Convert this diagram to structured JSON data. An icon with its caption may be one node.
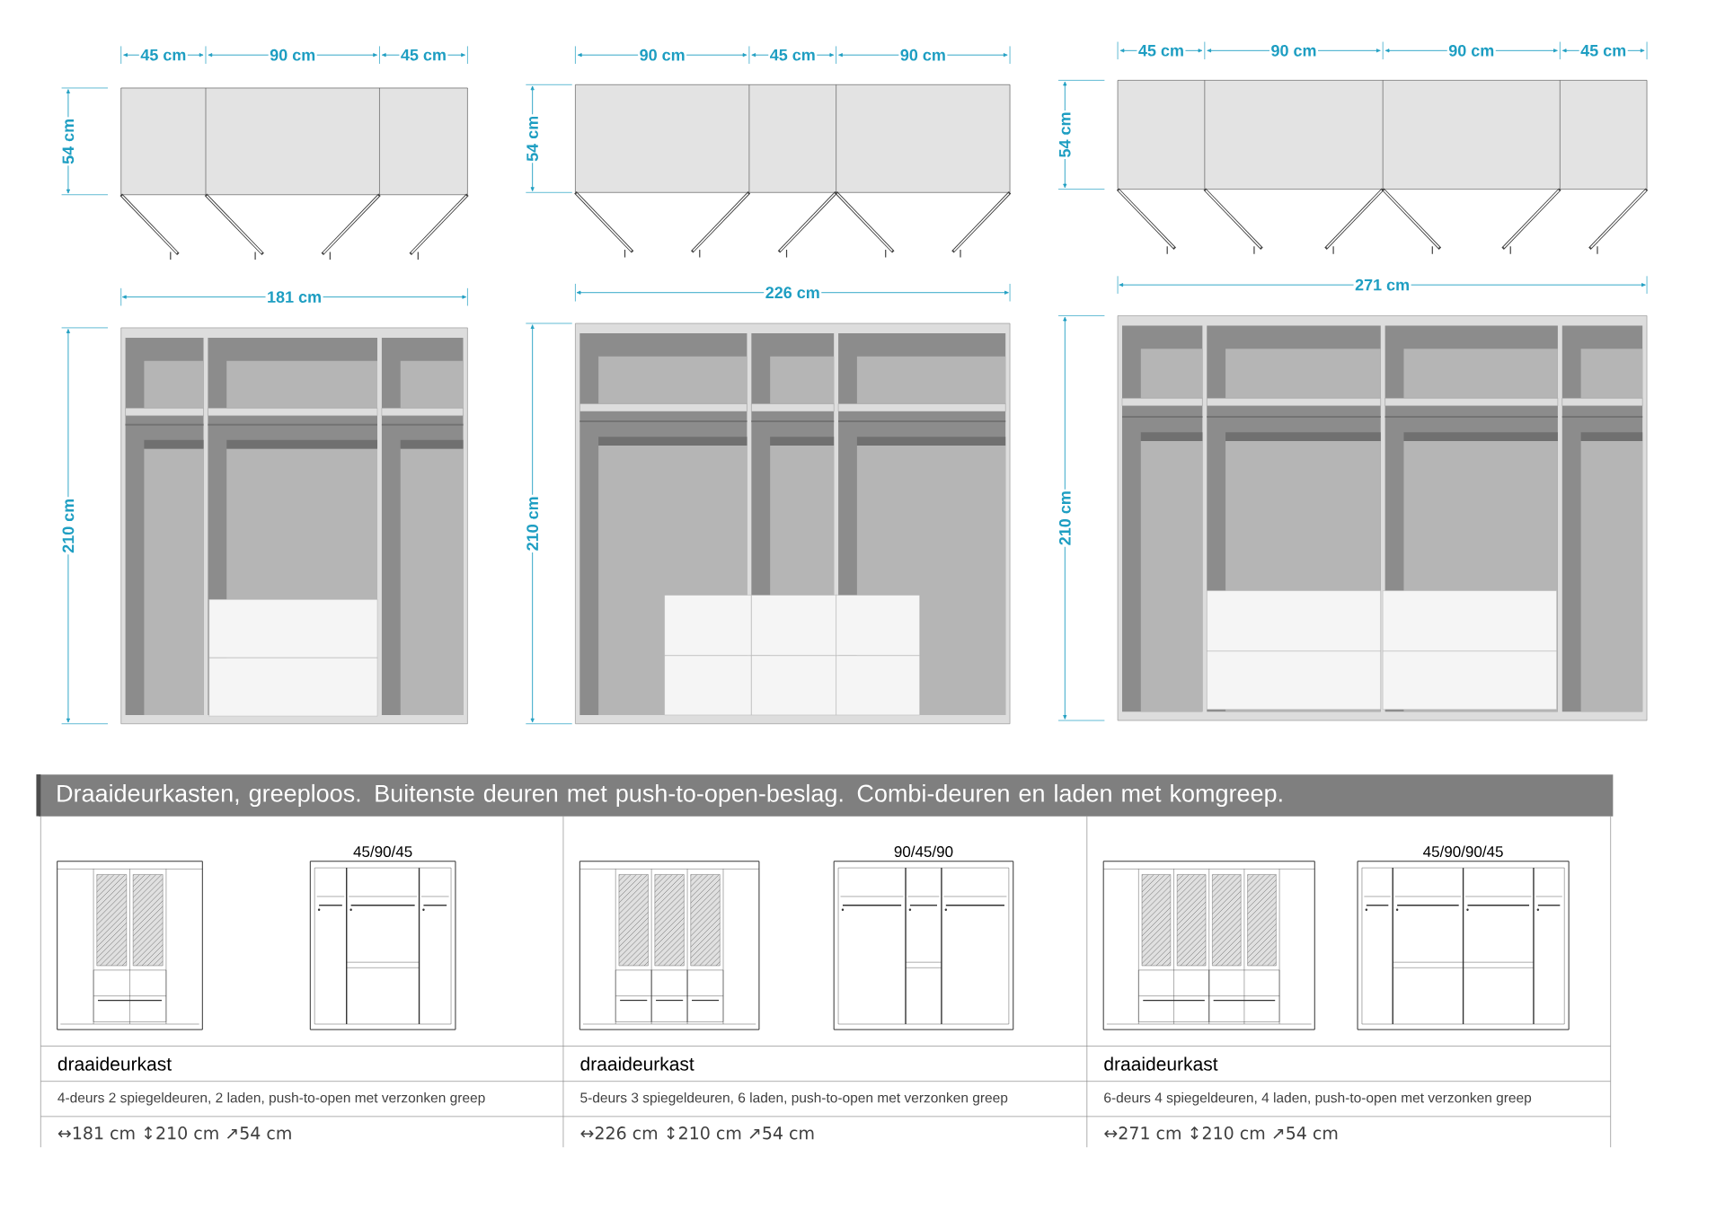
{
  "diagram": {
    "title": "Draaideurkasten, greeploos. Buitenste deuren met push-to-open-beslag. Combi-deuren en laden met komgreep.",
    "labels": [
      "45 cm",
      "90 cm",
      "45 cm",
      "90 cm",
      "45 cm",
      "90 cm",
      "45 cm",
      "90 cm",
      "90 cm",
      "45 cm",
      "54 cm",
      "54 cm",
      "54 cm",
      "181 cm",
      "226 cm",
      "271 cm",
      "210 cm",
      "210 cm",
      "210 cm",
      "45/90/45",
      "90/45/90",
      "45/90/90/45",
      "draaideurkast",
      "draaideurkast",
      "draaideurkast",
      "4-deurs 2 spiegeldeuren, 2 laden, push-to-open met verzonken greep",
      "5-deurs 3 spiegeldeuren, 6 laden, push-to-open met verzonken greep",
      "6-deurs 4 spiegeldeuren, 4 laden, push-to-open met verzonken greep",
      "↔181 cm ↕210 cm ↗54 cm",
      "↔226 cm ↕210 cm ↗54 cm",
      "↔271 cm ↕210 cm ↗54 cm"
    ]
  }
}
